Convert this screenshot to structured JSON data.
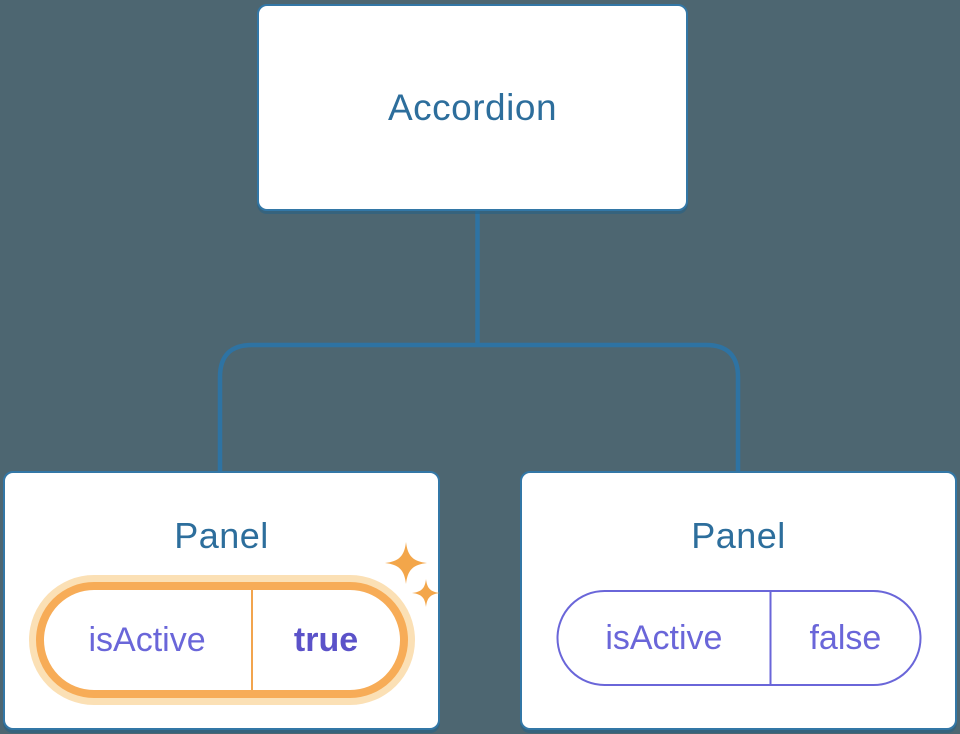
{
  "palette": {
    "background": "#4d6671",
    "connector_blue": "#2e73a3",
    "node_border_blue": "#3377a6",
    "title_blue": "#2d6e9c",
    "prop_purple": "#6a66d9",
    "prop_value_bold_purple": "#5b52c9",
    "highlight_orange": "#f7ac57",
    "highlight_glow": "#fbe0b5",
    "sparkle_orange": "#f3a64a"
  },
  "tree": {
    "root": {
      "label": "Accordion"
    },
    "children": [
      {
        "label": "Panel",
        "prop_name": "isActive",
        "prop_value": "true",
        "state": "active-highlighted"
      },
      {
        "label": "Panel",
        "prop_name": "isActive",
        "prop_value": "false",
        "state": "inactive"
      }
    ]
  }
}
